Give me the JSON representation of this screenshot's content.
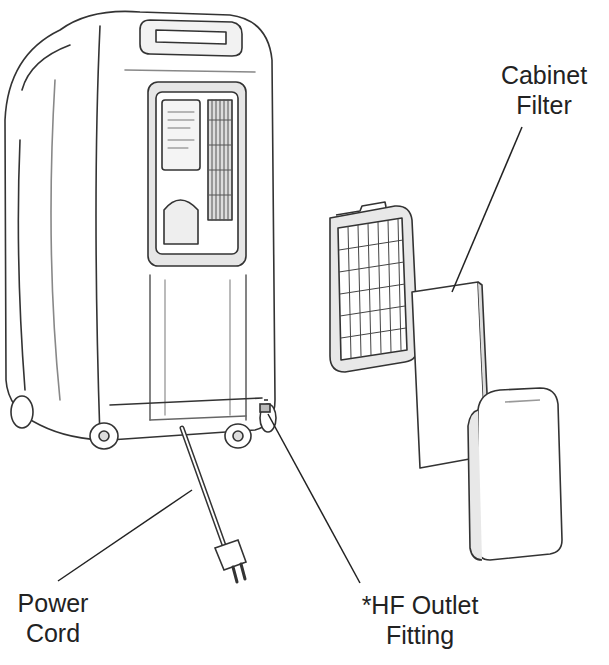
{
  "diagram": {
    "labels": [
      "Cabinet Filter",
      "Power Cord",
      "*HF Outlet Fitting"
    ]
  }
}
